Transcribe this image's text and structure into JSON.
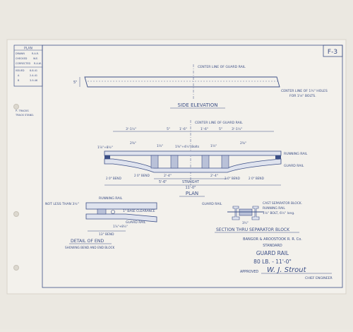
{
  "sheet_number": "F-3",
  "title_block": {
    "header": "PLAN",
    "drawn_label": "DRAWN",
    "drawn_by": "R.A.R.",
    "checked_label": "CHECKED",
    "checked_by": "W.E.",
    "corrected_label": "CORRECTED",
    "corrected_by": "R.A.W.",
    "issued_label": "ISSUED",
    "issued_date": "8-8-41",
    "rev_a": "A",
    "rev_a_date": "2-4-41",
    "rev_b": "B",
    "rev_b_date": "3-9-46"
  },
  "margin_note": {
    "line1": "P- TRACKS",
    "line2": "TRACK STAND."
  },
  "side_elevation": {
    "centerline": "CENTER LINE OF GUARD RAIL",
    "dim_left": "5\"",
    "hole_note_1": "CENTER LINE OF 1¼\" HOLES",
    "hole_note_2": "FOR 1⅛\" BOLTS.",
    "title": "SIDE ELEVATION"
  },
  "plan": {
    "centerline": "CENTER LINE OF GUARD RAIL",
    "dims_top": [
      "3'-1½\"",
      "5\"",
      "1'-6\"",
      "1'-6\"",
      "5\"",
      "3'-1½\""
    ],
    "dims_mid": [
      "2⅝\"",
      "1⅔\"",
      "1⅜\"+4½\" Bolts",
      "1⅔\"",
      "2⅝\""
    ],
    "dim_end": "1⅞\"+8½\"",
    "running_rail": "RUNNING RAIL",
    "guard_rail": "GUARD RAIL",
    "bend_left": "2 0\" BEND",
    "bend_left_2": "2 0\" BEND",
    "bend_right": "2 0\" BEND",
    "bend_right_2": "2 0\" BEND",
    "dim_2_4_left": "2'-4\"",
    "dim_2_4_right": "2'-4\"",
    "dim_5_6": "5'-6\"",
    "straight": "STRAIGHT",
    "total": "11'-0\"",
    "title": "PLAN"
  },
  "detail_end": {
    "not_less": "NOT LESS THAN 3½\"",
    "running_rail": "RUNNING RAIL",
    "base_clearance": "1\" BASE CLEARANCE",
    "guard_rail": "GUARD RAIL",
    "dim_a": "1⅞\"+8½\"",
    "bend": "13\" BEND",
    "title": "DETAIL OF END",
    "subtitle": "SHOWING BEND AND END BLOCK"
  },
  "section": {
    "guard_rail": "GUARD RAIL",
    "cast_block": "CAST SEPARATOR BLOCK.",
    "running_rail": "RUNNING RAIL",
    "bolt": "1⅛\" BOLT, 6½\" long.",
    "dim": "3¼\"",
    "title": "SECTION THRU SEPARATOR BLOCK"
  },
  "company": {
    "name": "BANGOR & AROOSTOOK R. R. Co.",
    "standard": "STANDARD",
    "item": "GUARD RAIL",
    "spec": "80 LB. - 11'-0\"",
    "approved_label": "APPROVED",
    "signature": "W. J. Strout",
    "engineer": "CHIEF ENGINEER"
  }
}
